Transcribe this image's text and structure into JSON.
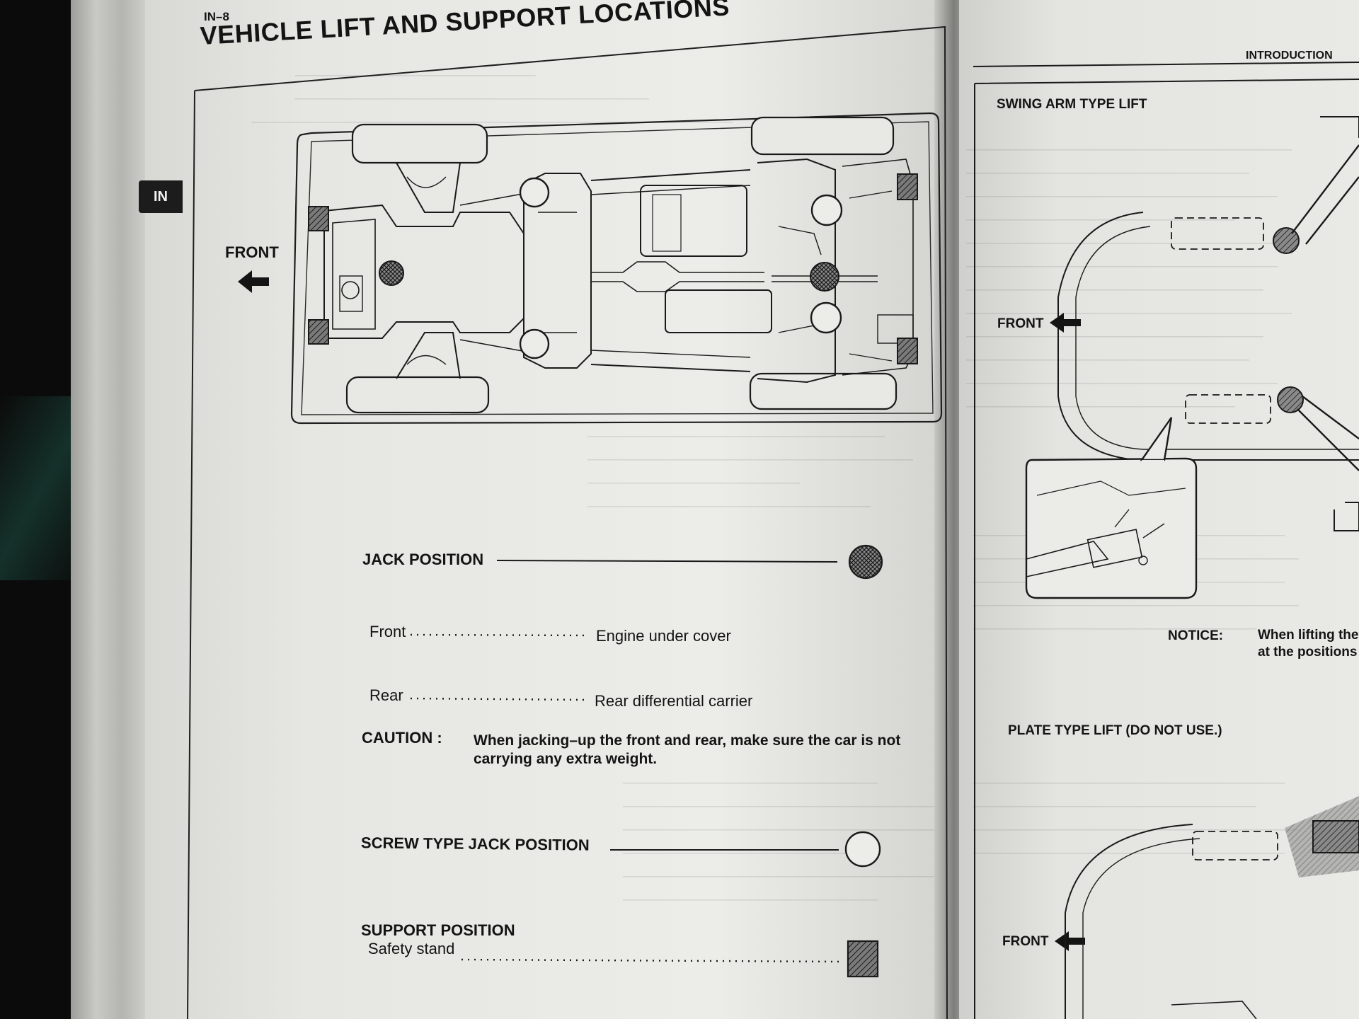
{
  "left_page": {
    "page_number": "IN–8",
    "tab_label": "IN",
    "section_title": "VEHICLE LIFT AND SUPPORT LOCATIONS",
    "diagram": {
      "front_label": "FRONT"
    },
    "legend": {
      "jack_position": "JACK POSITION",
      "front_label": "Front",
      "front_value": "Engine under cover",
      "rear_label": "Rear",
      "rear_value": "Rear differential carrier",
      "caution_label": "CAUTION :",
      "caution_text": "When jacking–up the front and rear, make sure the car is not carrying any extra weight.",
      "screw_jack_position": "SCREW TYPE JACK POSITION",
      "support_position": "SUPPORT POSITION",
      "safety_stand": "Safety stand"
    }
  },
  "right_page": {
    "header": "INTRODUCTION",
    "swing_arm_title": "SWING ARM TYPE LIFT",
    "front_label_1": "FRONT",
    "notice_label": "NOTICE:",
    "notice_line_1": "When lifting the",
    "notice_line_2": "at the positions",
    "plate_lift_title": "PLATE TYPE LIFT (DO NOT USE.)",
    "front_label_2": "FRONT"
  }
}
